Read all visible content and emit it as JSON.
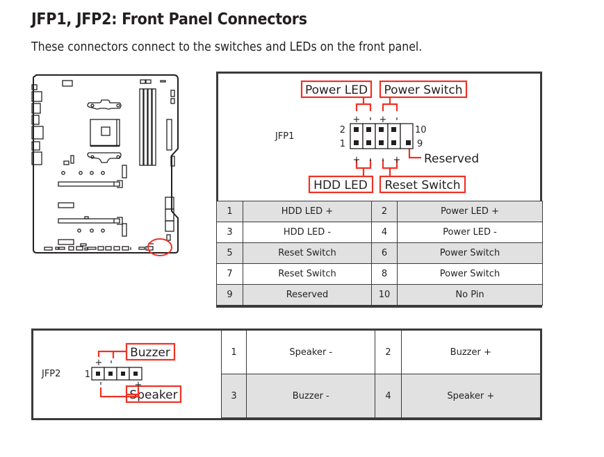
{
  "header": {
    "title": "JFP1, JFP2: Front Panel Connectors",
    "subtitle": "These connectors connect to the switches and LEDs on the front panel."
  },
  "colors": {
    "accent_red": "#ee3124",
    "border_dark": "#3a3a3e",
    "row_gray": "#e1e1e1",
    "text": "#231f20"
  },
  "motherboard": {
    "icon": "motherboard-outline-icon",
    "highlight": "red-circle-highlight-jfp-location"
  },
  "jfp1": {
    "connector_name": "JFP1",
    "pin_numbers": {
      "top_left": "2",
      "bottom_left": "1",
      "top_right": "10",
      "bottom_right": "9"
    },
    "labels": {
      "power_led": "Power LED",
      "power_switch": "Power Switch",
      "hdd_led": "HDD LED",
      "reset_switch": "Reset Switch",
      "reserved": "Reserved"
    },
    "polarity": {
      "plus": "+",
      "minus": "-"
    },
    "table": [
      {
        "pin_a": "1",
        "signal_a": "HDD LED +",
        "pin_b": "2",
        "signal_b": "Power LED +"
      },
      {
        "pin_a": "3",
        "signal_a": "HDD LED -",
        "pin_b": "4",
        "signal_b": "Power LED -"
      },
      {
        "pin_a": "5",
        "signal_a": "Reset Switch",
        "pin_b": "6",
        "signal_b": "Power Switch"
      },
      {
        "pin_a": "7",
        "signal_a": "Reset Switch",
        "pin_b": "8",
        "signal_b": "Power Switch"
      },
      {
        "pin_a": "9",
        "signal_a": "Reserved",
        "pin_b": "10",
        "signal_b": "No Pin"
      }
    ]
  },
  "jfp2": {
    "connector_name": "JFP2",
    "pin_one": "1",
    "labels": {
      "buzzer": "Buzzer",
      "speaker": "Speaker"
    },
    "polarity": {
      "plus": "+",
      "minus": "-"
    },
    "table": [
      {
        "pin_a": "1",
        "signal_a": "Speaker -",
        "pin_b": "2",
        "signal_b": "Buzzer +"
      },
      {
        "pin_a": "3",
        "signal_a": "Buzzer -",
        "pin_b": "4",
        "signal_b": "Speaker +"
      }
    ]
  }
}
